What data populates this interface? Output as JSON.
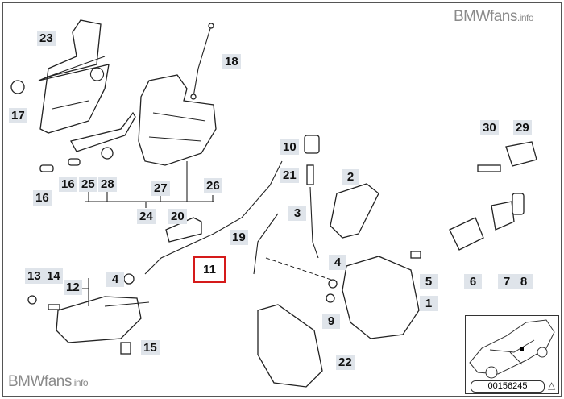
{
  "watermark": {
    "brand": "BMWfans",
    "suffix": ".info"
  },
  "highlight_color": "#d51a1a",
  "label_bg": "#dfe4ea",
  "inset": {
    "reference": "00156245",
    "corner_icon": "triangle-icon"
  },
  "labels": [
    {
      "id": "23"
    },
    {
      "id": "18"
    },
    {
      "id": "17"
    },
    {
      "id": "16"
    },
    {
      "id": "16"
    },
    {
      "id": "25"
    },
    {
      "id": "28"
    },
    {
      "id": "27"
    },
    {
      "id": "26"
    },
    {
      "id": "24"
    },
    {
      "id": "20"
    },
    {
      "id": "19"
    },
    {
      "id": "11"
    },
    {
      "id": "10"
    },
    {
      "id": "21"
    },
    {
      "id": "2"
    },
    {
      "id": "3"
    },
    {
      "id": "30"
    },
    {
      "id": "29"
    },
    {
      "id": "4"
    },
    {
      "id": "4"
    },
    {
      "id": "5"
    },
    {
      "id": "6"
    },
    {
      "id": "7"
    },
    {
      "id": "8"
    },
    {
      "id": "1"
    },
    {
      "id": "9"
    },
    {
      "id": "13"
    },
    {
      "id": "14"
    },
    {
      "id": "12"
    },
    {
      "id": "15"
    },
    {
      "id": "22"
    }
  ],
  "highlighted_part": "11"
}
